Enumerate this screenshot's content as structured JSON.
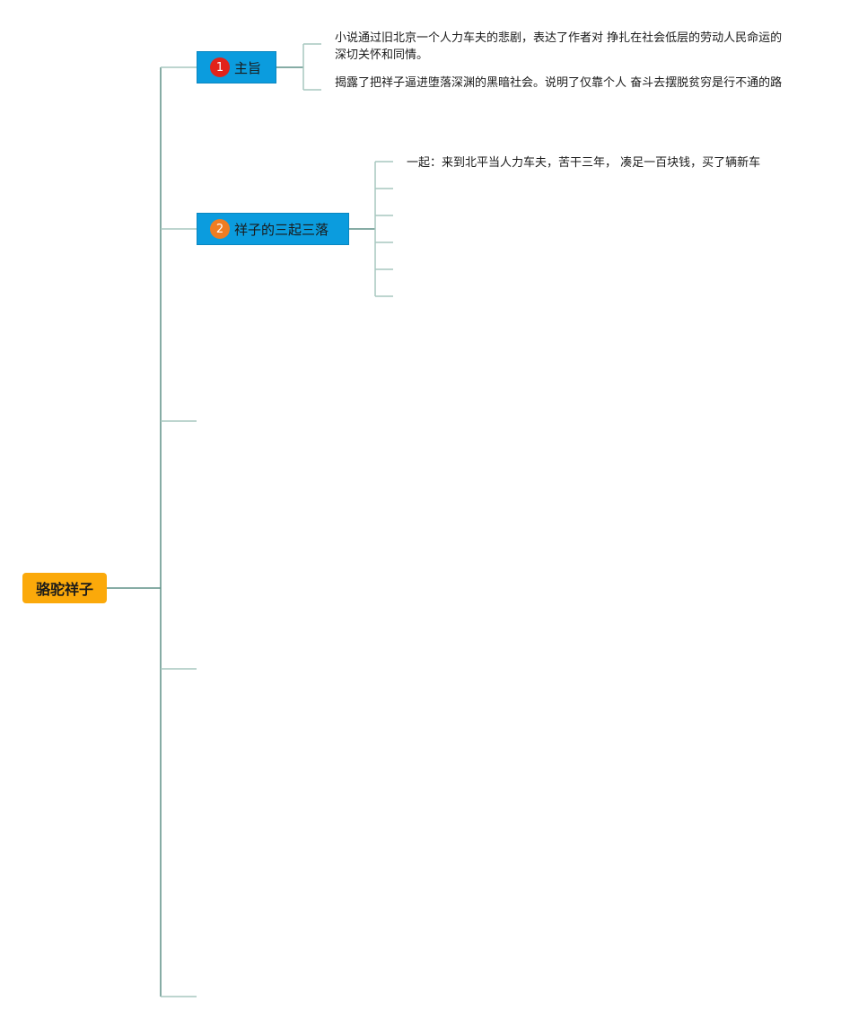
{
  "root": {
    "label": "骆驼祥子"
  },
  "topics": [
    {
      "marker": "1",
      "label": "主旨",
      "children": [
        "小说通过旧北京一个人力车夫的悲剧，表达了作者对 挣扎在社会低层的劳动人民命运的深切关怀和同情。",
        "揭露了把祥子逼进堕落深渊的黑暗社会。说明了仅靠个人 奋斗去摆脱贫穷是行不通的路"
      ]
    },
    {
      "marker": "2",
      "label": "祥子的三起三落",
      "children": [
        "一起：来到北平当人力车夫，苦干三年， 凑足一百块钱，买了辆新车"
      ]
    }
  ],
  "colors": {
    "root_fill": "#fba90a",
    "topic_fill": "#0b9cde",
    "main_connector": "#5f9187",
    "leaf_connector": "#a7c7bf",
    "marker_1": "#e2231a",
    "marker_2": "#ef7d22"
  }
}
